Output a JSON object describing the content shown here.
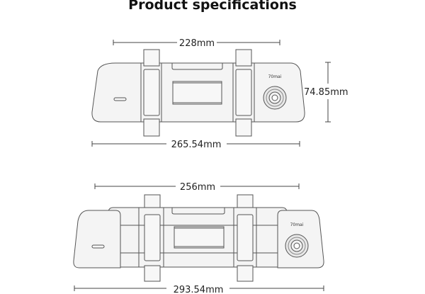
{
  "title": "Product specifications",
  "top_view": {
    "width_inner": "228mm",
    "width_outer": "265.54mm",
    "height": "74.85mm",
    "brand_logo": "70mai"
  },
  "bottom_view": {
    "width_inner": "256mm",
    "width_outer": "293.54mm",
    "brand_logo": "70mai"
  }
}
